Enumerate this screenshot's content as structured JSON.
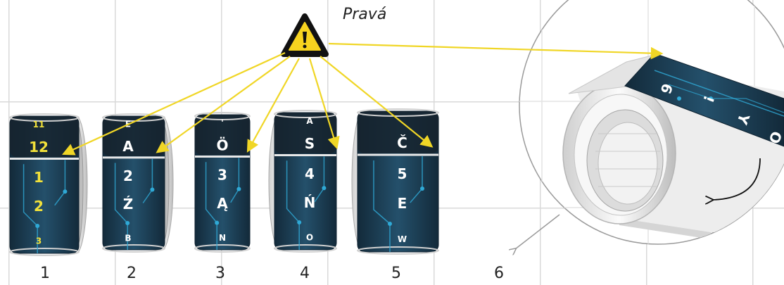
{
  "caption": "Pravá",
  "step_numbers": [
    "1",
    "2",
    "3",
    "4",
    "5",
    "6"
  ],
  "rings": [
    {
      "id": "1",
      "top": "11",
      "upper": "12",
      "middle": "1",
      "lower": "2",
      "bottom": "3",
      "text_color": "#f2e13a"
    },
    {
      "id": "2",
      "top": "E",
      "upper": "A",
      "middle": "2",
      "lower": "Ź",
      "bottom": "B",
      "text_color": "#ffffff"
    },
    {
      "id": "3",
      "top": "'",
      "upper": "Ö",
      "middle": "3",
      "lower": "Ą",
      "bottom": "N",
      "text_color": "#ffffff"
    },
    {
      "id": "4",
      "top": "A",
      "upper": "S",
      "middle": "4",
      "lower": "Ń",
      "bottom": "O",
      "text_color": "#ffffff"
    },
    {
      "id": "5",
      "top": "",
      "upper": "Č",
      "middle": "5",
      "lower": "E",
      "bottom": "W",
      "text_color": "#ffffff"
    }
  ],
  "detail_band_chars": [
    "6",
    "!",
    "Y",
    "O"
  ],
  "colors": {
    "band": "#1c3c52",
    "band_dark": "#16232e",
    "circuit": "#2fa9d6",
    "arrow": "#f0d626",
    "warning_fill": "#f7d31f",
    "metal": "#e9e9e9",
    "grid": "#d9d9d9"
  },
  "icons": {
    "warning": "warning-triangle-icon",
    "rotate": "rotation-arrow-icon"
  }
}
